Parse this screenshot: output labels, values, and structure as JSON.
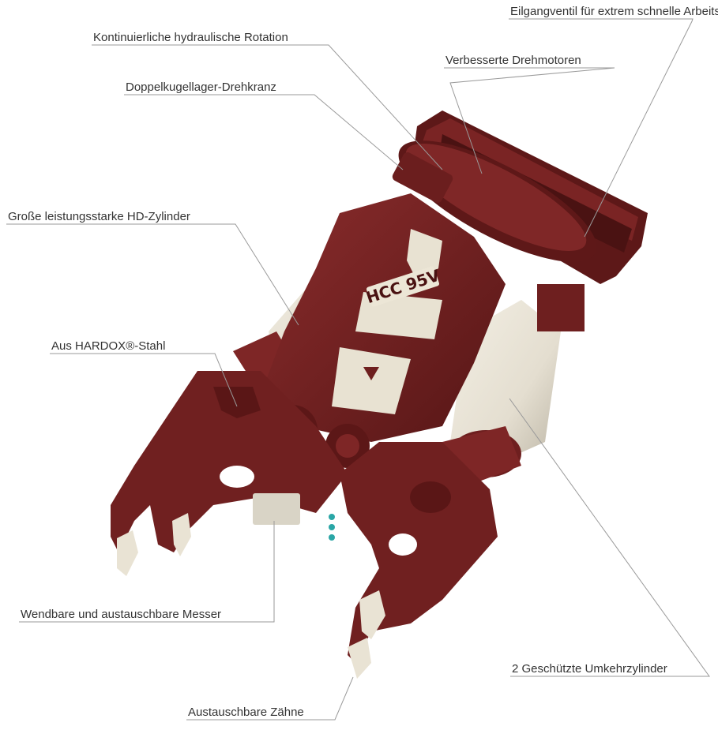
{
  "labels": {
    "eilgangventil": "Eilgangventil für extrem schnelle Arbeitszyklen",
    "rotation": "Kontinuierliche hydraulische Rotation",
    "drehmotoren": "Verbesserte Drehmotoren",
    "drehkranz": "Doppelkugellager-Drehkranz",
    "hd_zylinder": "Große leistungsstarke HD-Zylinder",
    "hardox": "Aus HARDOX®-Stahl",
    "messer": "Wendbare und austauschbare Messer",
    "umkehrzylinder": "2 Geschützte Umkehrzylinder",
    "zaehne": "Austauschbare Zähne"
  },
  "product": {
    "model": "HCC 95V"
  },
  "colors": {
    "body": "#6e1f1f",
    "body_dark": "#4a1212",
    "body_light": "#8c3030",
    "cylinder": "#e7e2d5",
    "leader": "#9a9a9a"
  },
  "icons": [
    "diamond-logo-icon"
  ]
}
